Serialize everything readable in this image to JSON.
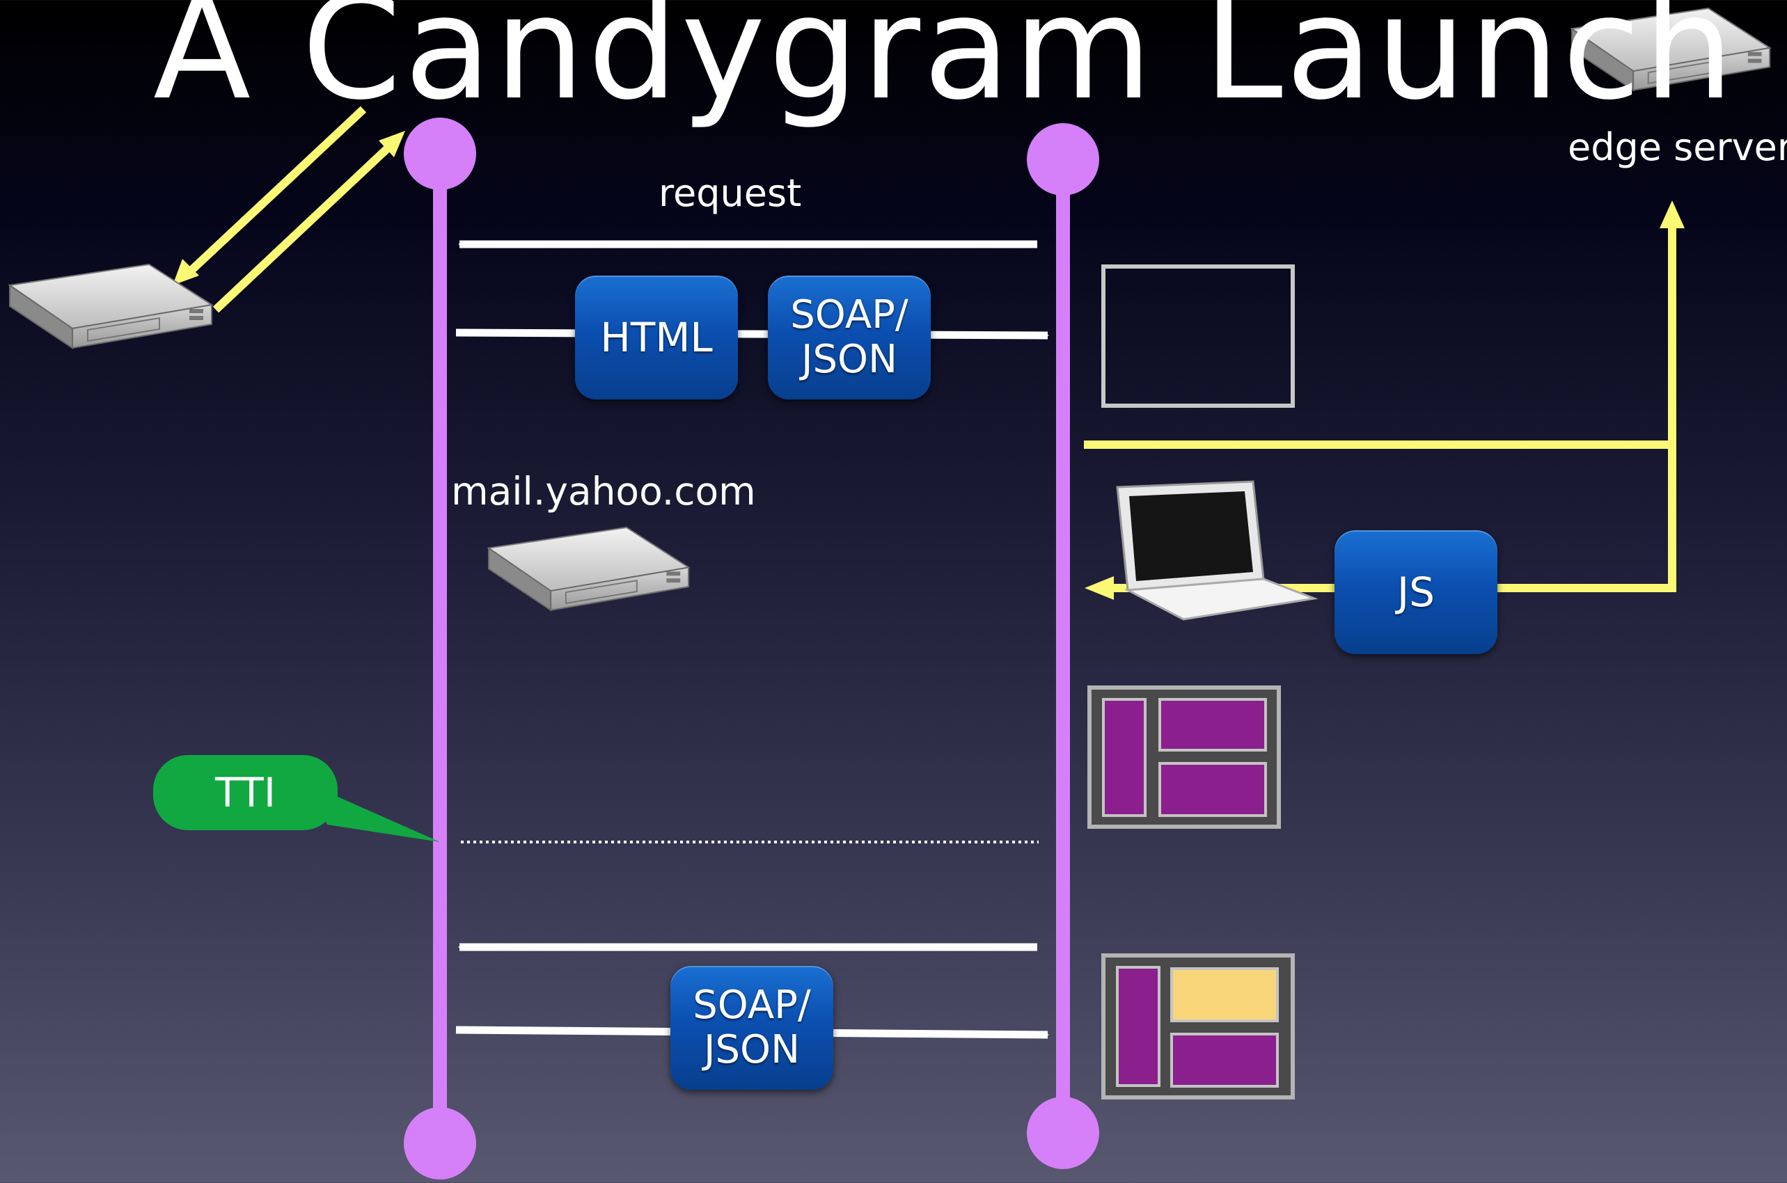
{
  "title": "A Candygram Launch",
  "labels": {
    "edge_server": "edge server",
    "request": "request",
    "mail_host": "mail.yahoo.com"
  },
  "boxes": {
    "html": "HTML",
    "soap_json_top_line1": "SOAP/",
    "soap_json_top_line2": "JSON",
    "js": "JS",
    "soap_json_bottom_line1": "SOAP/",
    "soap_json_bottom_line2": "JSON"
  },
  "callout": {
    "tti": "TTI"
  },
  "colors": {
    "lifeline": "#d580f8",
    "arrow_white": "#ffffff",
    "arrow_yellow": "#fbf875",
    "box_blue": "#0b4fb0",
    "callout_green": "#11a841",
    "panel_purple": "#8b1f8e",
    "panel_highlight": "#f9d57a"
  }
}
